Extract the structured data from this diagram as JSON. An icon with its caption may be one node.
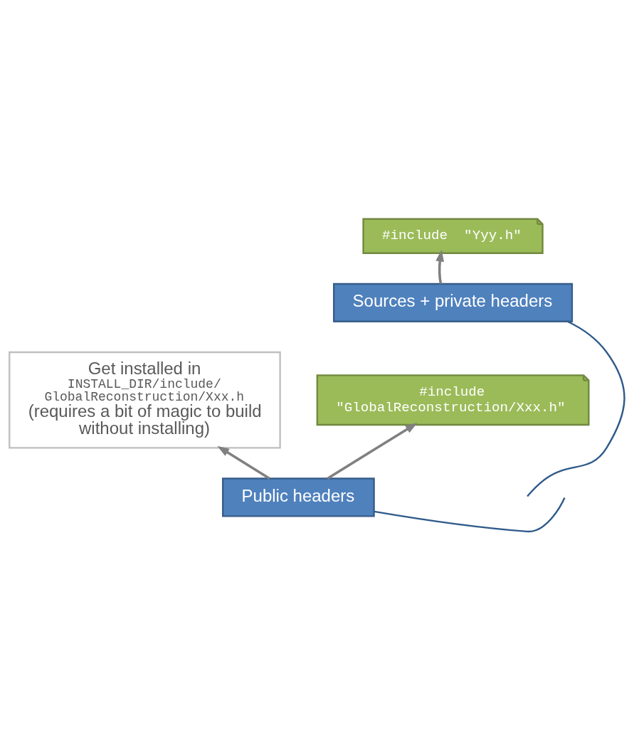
{
  "diagram": {
    "nodes": [
      {
        "text": [
          "Get installed in",
          "INSTALL_DIR/include/ GlobalReconstruction/Xxx.h",
          "(requires a bit of magic to build without installing)"
        ]
      },
      {
        "text": [
          "Public headers"
        ]
      },
      {
        "text": [
          "#include \"GlobalReconstruction/Xxx.h\""
        ]
      },
      {
        "text": [
          "Sources + private headers"
        ]
      },
      {
        "text": [
          "#include  \"Yyy.h\""
        ]
      }
    ],
    "edges": [
      {
        "from": 1,
        "to": 0,
        "arrow": "to"
      },
      {
        "from": 1,
        "to": 2,
        "arrow": "to"
      },
      {
        "from": 3,
        "to": 4,
        "arrow": "to"
      },
      {
        "from": null,
        "to": 1,
        "arrow": "none",
        "color": "#2e5a8a"
      },
      {
        "from": null,
        "to": 3,
        "arrow": "none",
        "color": "#2e5a8a"
      }
    ]
  }
}
